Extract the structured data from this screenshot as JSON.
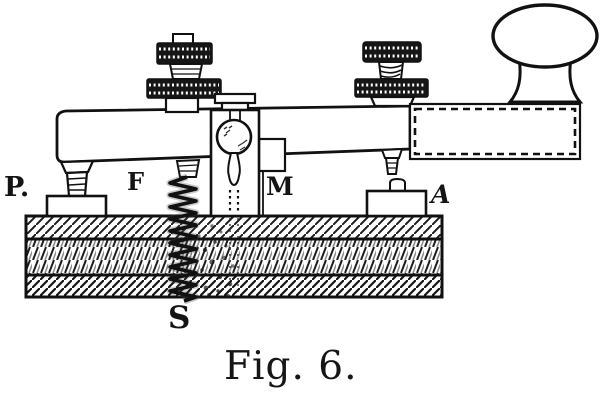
{
  "figure": {
    "caption": "Fig. 6.",
    "labels": {
      "p": "P.",
      "f": "F",
      "m": "M",
      "a": "A",
      "s": "S"
    },
    "colors": {
      "ink": "#151515",
      "paper": "#ffffff"
    }
  }
}
